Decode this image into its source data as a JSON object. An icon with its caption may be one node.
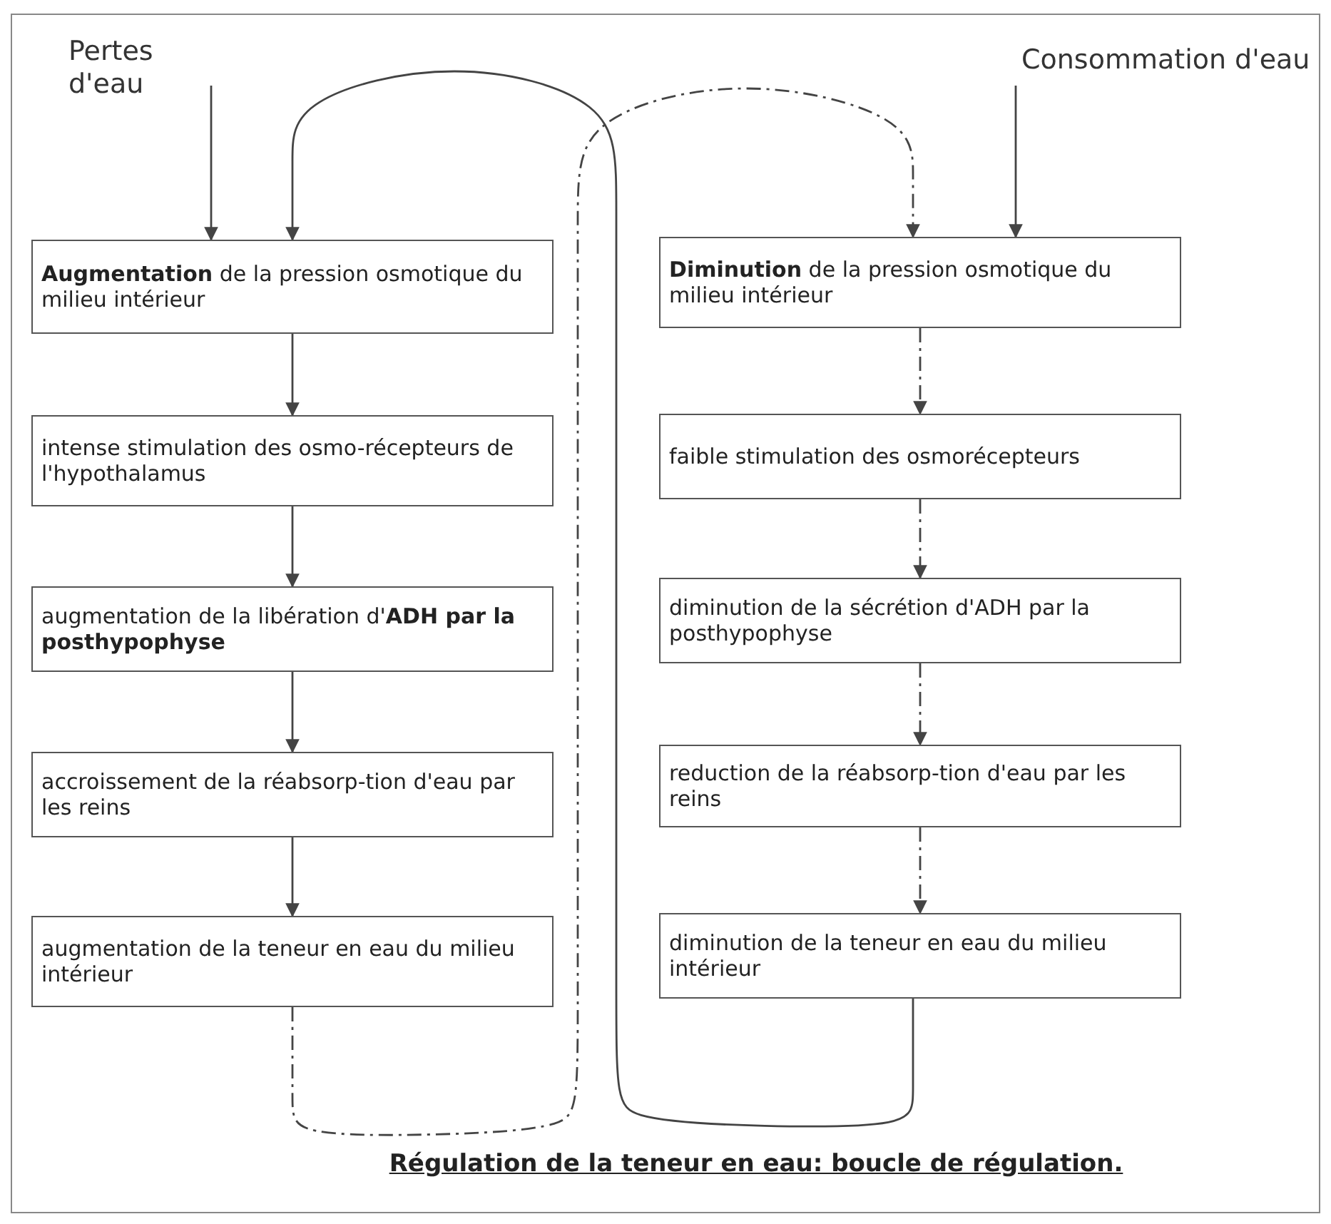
{
  "diagram": {
    "caption": "Régulation de la teneur en eau: boucle de régulation.",
    "nodes": [
      {
        "text": [
          "Pertes d'eau"
        ]
      },
      {
        "text": [
          "Consommation d'eau"
        ]
      },
      {
        "text": [
          "**Augmentation** de la pression osmotique du milieu intérieur"
        ]
      },
      {
        "text": [
          "intense stimulation des osmo-récepteurs de l'hypothalamus"
        ]
      },
      {
        "text": [
          "augmentation de la libération d'**ADH par la posthypophyse**"
        ]
      },
      {
        "text": [
          "accroissement de la réabsorp-tion d'eau par les reins"
        ]
      },
      {
        "text": [
          "augmentation de la teneur en eau du milieu intérieur"
        ]
      },
      {
        "text": [
          "**Diminution** de la pression osmotique du milieu intérieur"
        ]
      },
      {
        "text": [
          "faible stimulation des osmorécepteurs"
        ]
      },
      {
        "text": [
          "diminution de la sécrétion d'ADH par la posthypophyse"
        ]
      },
      {
        "text": [
          "reduction de la réabsorp-tion d'eau par les reins"
        ]
      },
      {
        "text": [
          "diminution de la teneur en eau du milieu intérieur"
        ]
      }
    ],
    "edges": [
      {
        "from": 0,
        "to": 2,
        "arrow": "to"
      },
      {
        "from": 1,
        "to": 7,
        "arrow": "to"
      },
      {
        "from": 2,
        "to": 3,
        "arrow": "to"
      },
      {
        "from": 3,
        "to": 4,
        "arrow": "to"
      },
      {
        "from": 4,
        "to": 5,
        "arrow": "to"
      },
      {
        "from": 5,
        "to": 6,
        "arrow": "to"
      },
      {
        "from": 7,
        "to": 8,
        "arrow": "to",
        "style": "dashed"
      },
      {
        "from": 8,
        "to": 9,
        "arrow": "to",
        "style": "dashed"
      },
      {
        "from": 9,
        "to": 10,
        "arrow": "to",
        "style": "dashed"
      },
      {
        "from": 10,
        "to": 11,
        "arrow": "to",
        "style": "dashed"
      },
      {
        "from": 6,
        "to": 7,
        "arrow": "to",
        "style": "dashed"
      },
      {
        "from": 11,
        "to": 2,
        "arrow": "to"
      }
    ]
  }
}
